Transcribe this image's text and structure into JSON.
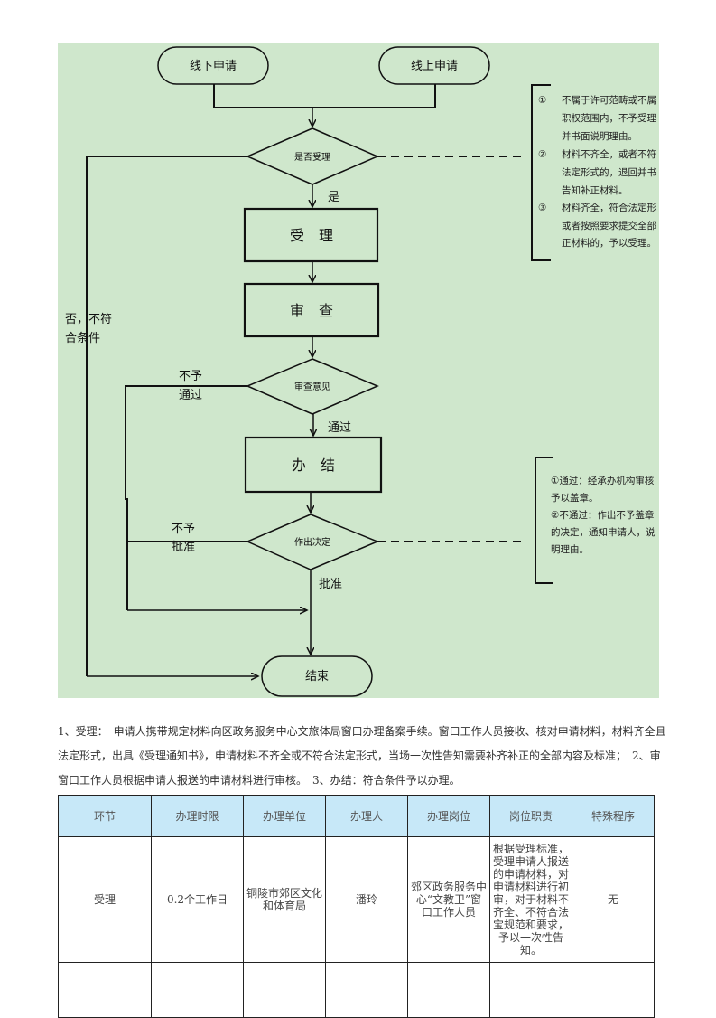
{
  "flowchart": {
    "background_color": "#cfe7cc",
    "start_offline": "线下申请",
    "start_online": "线上申请",
    "decision_accept": "是否受理",
    "label_yes": "是",
    "label_no_left": [
      "否，不符",
      "合条件"
    ],
    "step_accept": "受　理",
    "step_review": "审　查",
    "decision_review": "审查意见",
    "label_not_pass": [
      "不予",
      "通过"
    ],
    "label_pass": "通过",
    "step_complete": "办　结",
    "decision_make": "作出决定",
    "label_not_approve": [
      "不予",
      "批准"
    ],
    "label_approve": "批准",
    "end": "结束",
    "note_accept": {
      "items": [
        {
          "marker": "①",
          "lines": [
            "不属于许可范畴或不属",
            "职权范围内，不予受理",
            "并书面说明理由。"
          ]
        },
        {
          "marker": "②",
          "lines": [
            "材料不齐全，或者不符",
            "法定形式的，退回并书",
            "告知补正材料。"
          ]
        },
        {
          "marker": "③",
          "lines": [
            "材料齐全，符合法定形",
            "或者按照要求提交全部",
            "正材料的，予以受理。"
          ]
        }
      ]
    },
    "note_decision": {
      "lines": [
        "①通过：经承办机构审核",
        "予以盖章。",
        "②不通过：作出不予盖章",
        "的决定，通知申请人，说",
        "明理由。"
      ]
    }
  },
  "paragraph": {
    "lines": [
      "1、受理：　申请人携带规定材料向区政务服务中心文旅体局窗口办理备案手续。窗口工作人员接收、核对申请材料，材料齐全且",
      "法定形式，出具《受理通知书》，申请材料不齐全或不符合法定形式，当场一次性告知需要补齐补正的全部内容及标准；　2、审",
      "窗口工作人员根据申请人报送的申请材料进行审核。　3、办结：符合条件予以办理。"
    ]
  },
  "table": {
    "header_color": "#c7e8f8",
    "columns": [
      "环节",
      "办理时限",
      "办理单位",
      "办理人",
      "办理岗位",
      "岗位职责",
      "特殊程序"
    ],
    "rows": [
      [
        "受理",
        "0.2个工作日",
        "铜陵市郊区文化和体育局",
        "潘玲",
        "郊区政务服务中心“文教卫”窗口工作人员",
        "根据受理标准，受理申请人报送的申请材料，对申请材料进行初审，对于材料不齐全、不符合法宝规范和要求，予以一次性告知。",
        "无"
      ],
      [
        "",
        "",
        "",
        "",
        "",
        "",
        ""
      ]
    ]
  }
}
